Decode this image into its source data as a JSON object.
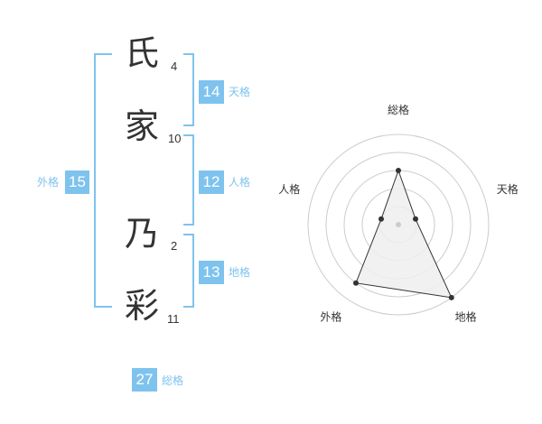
{
  "name": {
    "characters": [
      {
        "char": "氏",
        "strokes": "4"
      },
      {
        "char": "家",
        "strokes": "10"
      },
      {
        "char": "乃",
        "strokes": "2"
      },
      {
        "char": "彩",
        "strokes": "11"
      }
    ]
  },
  "fortune": {
    "tenkaku": {
      "label": "天格",
      "value": "14"
    },
    "jinkaku": {
      "label": "人格",
      "value": "12"
    },
    "chikaku": {
      "label": "地格",
      "value": "13"
    },
    "gaikaku": {
      "label": "外格",
      "value": "15"
    },
    "soukaku": {
      "label": "総格",
      "value": "27"
    }
  },
  "chart_data": {
    "type": "radar",
    "axes": [
      "総格",
      "天格",
      "地格",
      "外格",
      "人格"
    ],
    "levels": 5,
    "range": [
      0,
      5
    ],
    "values": [
      3,
      1,
      5,
      4,
      1
    ],
    "colors": {
      "grid": "#cccccc",
      "line": "#333333",
      "fill": "#eeeeee",
      "point": "#333333",
      "center": "#cccccc"
    }
  },
  "colors": {
    "accent": "#7ec3ee",
    "text": "#333333"
  }
}
